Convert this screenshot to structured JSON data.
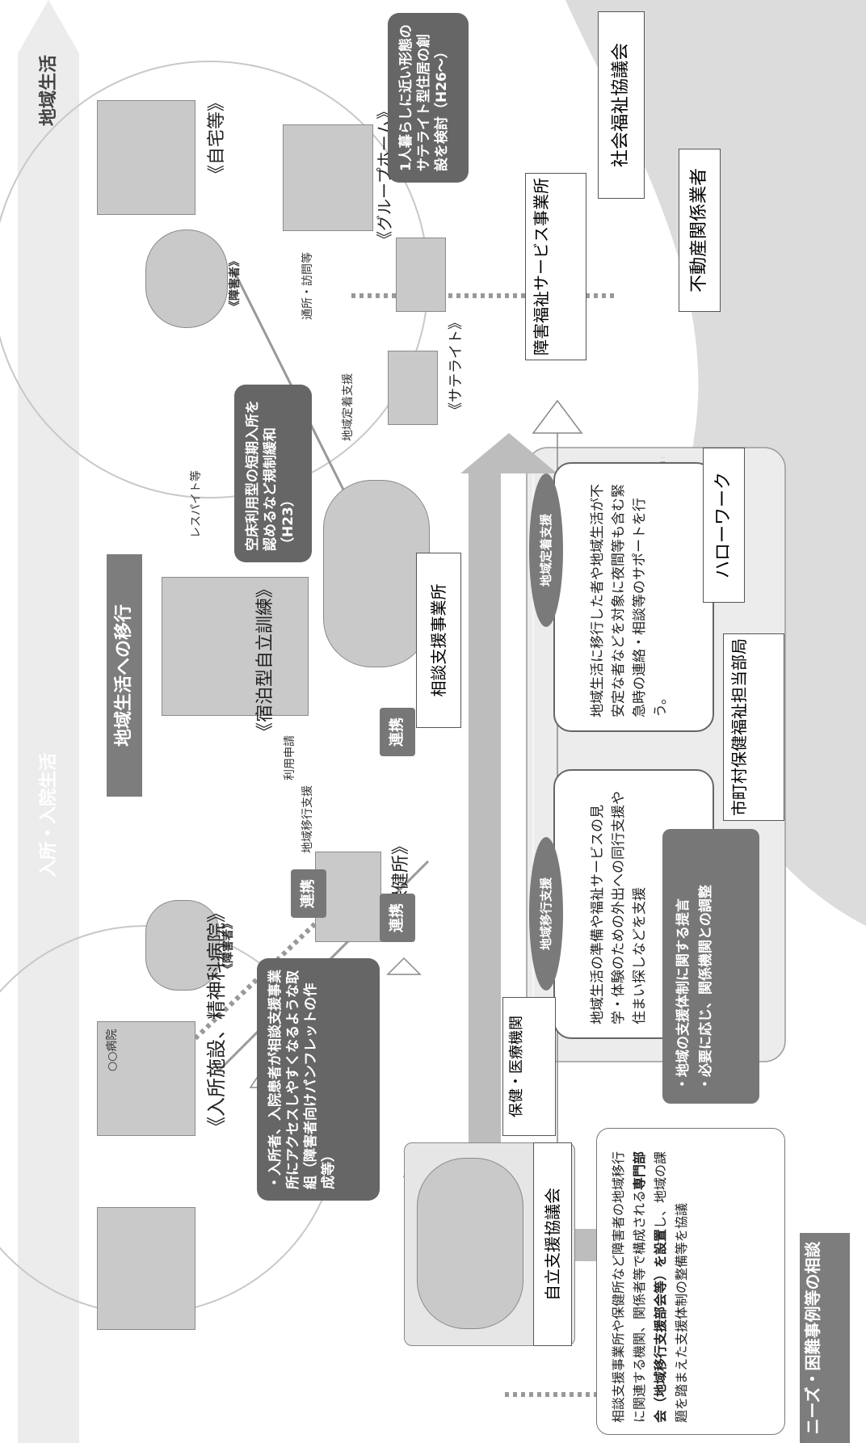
{
  "top_band": {
    "left_label": "入所・入院生活",
    "right_label": "地域生活"
  },
  "transition_arrow_label": "地域生活への移行",
  "facilities": {
    "institution_label": "《入所施設、精神科病院》",
    "person_label_left": "《障害者》",
    "shukuhaku_label": "《宿泊型自立訓練》",
    "hokenjo_label": "《保健所》",
    "home_label": "《自宅等》",
    "grouphome_label": "《グループホーム》",
    "satellite_label": "《サテライト》",
    "person_label_right": "《障害者》",
    "hospital_sign": "○○病院"
  },
  "bubbles": {
    "institution_bullet": "・入所者、入院患者が相談支援事業所にアクセスしやすくなるような取組（障害者向けパンフレットの作成等）",
    "kuushitsu": "空床利用型の短期入所を認めるなど規制緩和（H23）",
    "satellite": "1人暮らしに近い形態のサテライト型住居の創設を検討（H26〜）"
  },
  "small_labels": {
    "respite": "レスパイト等",
    "riyou_moushikomi": "利用申請",
    "chiiki_ikou_shien_arrow": "地域移行支援",
    "chiiki_teichaku_shien_arrow": "地域定着支援",
    "tsuusho_houmon": "通所・訪問等"
  },
  "renkei": [
    "連携",
    "連携",
    "連携"
  ],
  "sodan_office": {
    "title": "相談支援事業所",
    "ikou_oval": "地域移行支援",
    "teichaku_oval": "地域定着支援",
    "ikou_text": "地域生活の準備や福祉サービスの見学・体験のための外出への同行支援や住まい探しなどを支援",
    "teichaku_text": "地域生活に移行した者や地域生活が不安定な者などを対象に夜間等も含む緊急時の連絡・相談等のサポートを行う。"
  },
  "bottom_left": {
    "needs_label": "ニーズ・困難事例等の相談",
    "jiritsu_label": "自立支援協議会",
    "jiritsu_desc_1": "相談支援事業所や保健所など障害者の地域移行に関連する機関、関係者等で構成される",
    "jiritsu_desc_bold1": "専門部会（地域移行支援部会等）を設置",
    "jiritsu_desc_2": "し、地域の課題を踏まえた支援体制の整備等を協議",
    "hoken_iryou": "保健・医療機関",
    "teigen_1": "・地域の支援体制に関する提言",
    "teigen_2": "・必要に応じ、関係機関との調整"
  },
  "bottom_right": {
    "shichouson": "市町村保健福祉担当部局",
    "hellowork": "ハローワーク",
    "shougai_fukushi": "障害福祉サービス事業所",
    "fudousan": "不動産関係業者",
    "shakai_fukushi": "社会福祉協議会"
  }
}
